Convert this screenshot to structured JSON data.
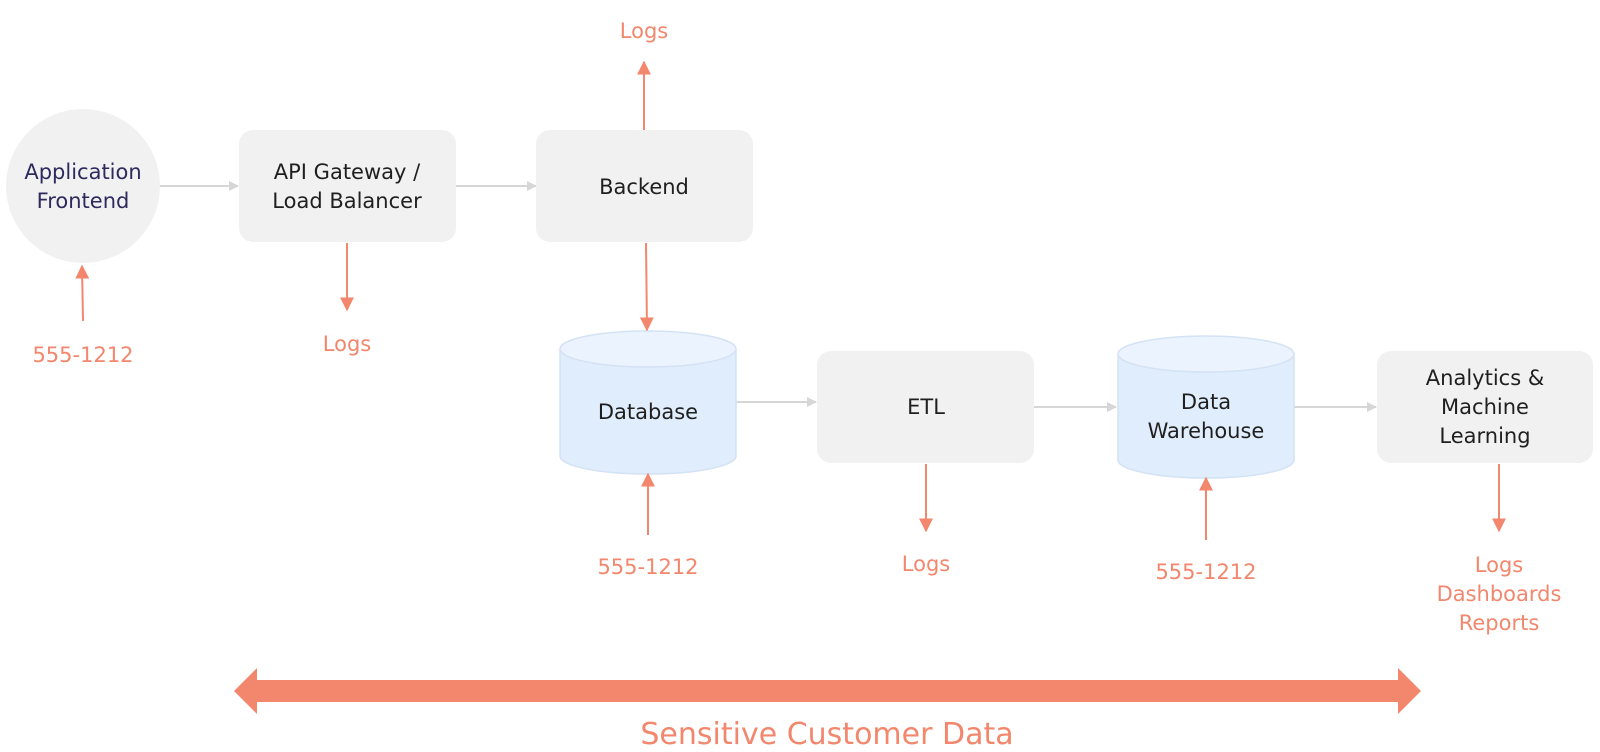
{
  "colors": {
    "accent": "#f2876d",
    "box_fill": "#f1f1f1",
    "db_fill": "#e0edfc",
    "db_top": "#eaf3fe",
    "connector": "#d6d6d6",
    "circle_text": "#2f2a5e"
  },
  "nodes": {
    "frontend": {
      "lines": [
        "Application",
        "Frontend"
      ]
    },
    "gateway": {
      "lines": [
        "API Gateway /",
        "Load Balancer"
      ]
    },
    "backend": {
      "lines": [
        "Backend"
      ]
    },
    "database": {
      "lines": [
        "Database"
      ]
    },
    "etl": {
      "lines": [
        "ETL"
      ]
    },
    "warehouse": {
      "lines": [
        "Data",
        "Warehouse"
      ]
    },
    "analytics": {
      "lines": [
        "Analytics &",
        "Machine",
        "Learning"
      ]
    }
  },
  "annotations": {
    "frontend_input": "555-1212",
    "gateway_output": "Logs",
    "backend_output": "Logs",
    "database_input": "555-1212",
    "etl_output": "Logs",
    "warehouse_input": "555-1212",
    "analytics_outputs": [
      "Logs",
      "Dashboards",
      "Reports"
    ]
  },
  "span": {
    "label": "Sensitive Customer Data"
  }
}
